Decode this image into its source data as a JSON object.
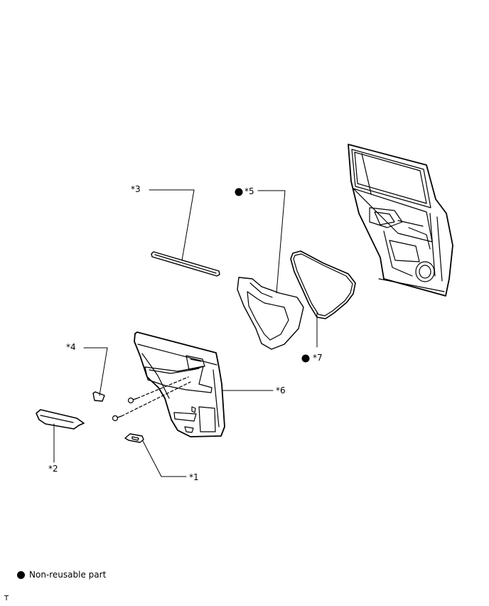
{
  "callouts": {
    "c1": "*1",
    "c2": "*2",
    "c3": "*3",
    "c4": "*4",
    "c5": "*5",
    "c6": "*6",
    "c7": "*7"
  },
  "legend": {
    "symbol": "non-reusable-dot",
    "text": "Non-reusable part"
  },
  "figure_id": "T"
}
